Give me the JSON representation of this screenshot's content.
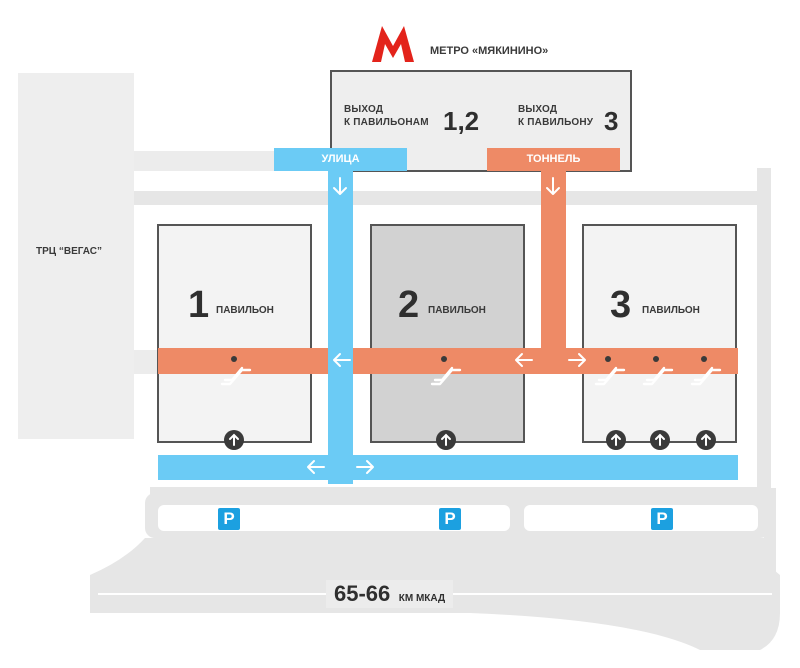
{
  "metro": {
    "logo": "M",
    "name": "МЕТРО «МЯКИНИНО»"
  },
  "mall": {
    "name": "ТРЦ “ВЕГАС”"
  },
  "exits": [
    {
      "line1": "ВЫХОД",
      "line2": "К ПАВИЛЬОНАМ",
      "number": "1,2"
    },
    {
      "line1": "ВЫХОД",
      "line2": "К ПАВИЛЬОНУ",
      "number": "3"
    }
  ],
  "routes": {
    "street": "УЛИЦА",
    "tunnel": "ТОННЕЛЬ"
  },
  "pavilions": [
    {
      "number": "1",
      "label": "ПАВИЛЬОН"
    },
    {
      "number": "2",
      "label": "ПАВИЛЬОН"
    },
    {
      "number": "3",
      "label": "ПАВИЛЬОН"
    }
  ],
  "parking": [
    "P",
    "P",
    "P"
  ],
  "road": {
    "km": "65-66",
    "name": "КМ МКАД"
  },
  "icons": [
    "metro-logo",
    "escalator-icon",
    "up-arrow-circle-icon",
    "direction-arrow-icon",
    "parking-icon"
  ],
  "colors": {
    "street_route": "#6bcbf5",
    "tunnel_route": "#ee8a66",
    "metro_red": "#e3231b",
    "pavilion_fill": "#f3f3f3",
    "pavilion2_fill": "#d2d2d2",
    "road_gray": "#e6e6e6",
    "parking_blue": "#1ca0e0",
    "icon_dark": "#3a3a3a"
  }
}
